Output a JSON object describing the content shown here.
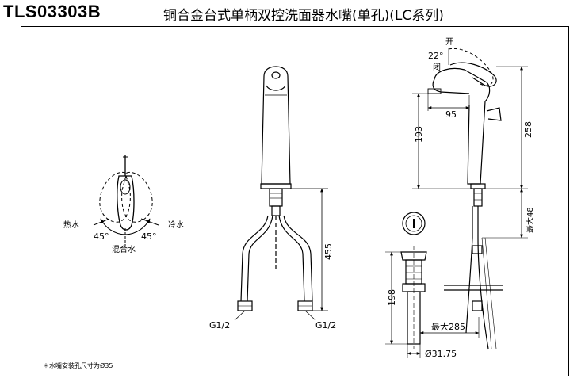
{
  "title": {
    "model": "TLS03303B",
    "description": "铜合金台式单柄双控洗面器水嘴(单孔)(LC系列)"
  },
  "handle_view": {
    "hot_label": "热水",
    "cold_label": "冷水",
    "mix_label": "混合水",
    "angle_left": "45°",
    "angle_right": "45°"
  },
  "front_view": {
    "height_dim": "455",
    "inlet_left": "G1/2",
    "inlet_right": "G1/2"
  },
  "side_view": {
    "open_label": "开",
    "close_label": "闭",
    "angle": "22°",
    "spout_dim": "95",
    "spout_height_dim": "193",
    "total_height_dim": "258",
    "max_thickness_dim": "最大48",
    "drain_height_dim": "198",
    "max_reach_dim": "最大285",
    "drain_dia_dim": "Ø31.75"
  },
  "footnote": "＊水嘴安装孔尺寸为Ø35"
}
